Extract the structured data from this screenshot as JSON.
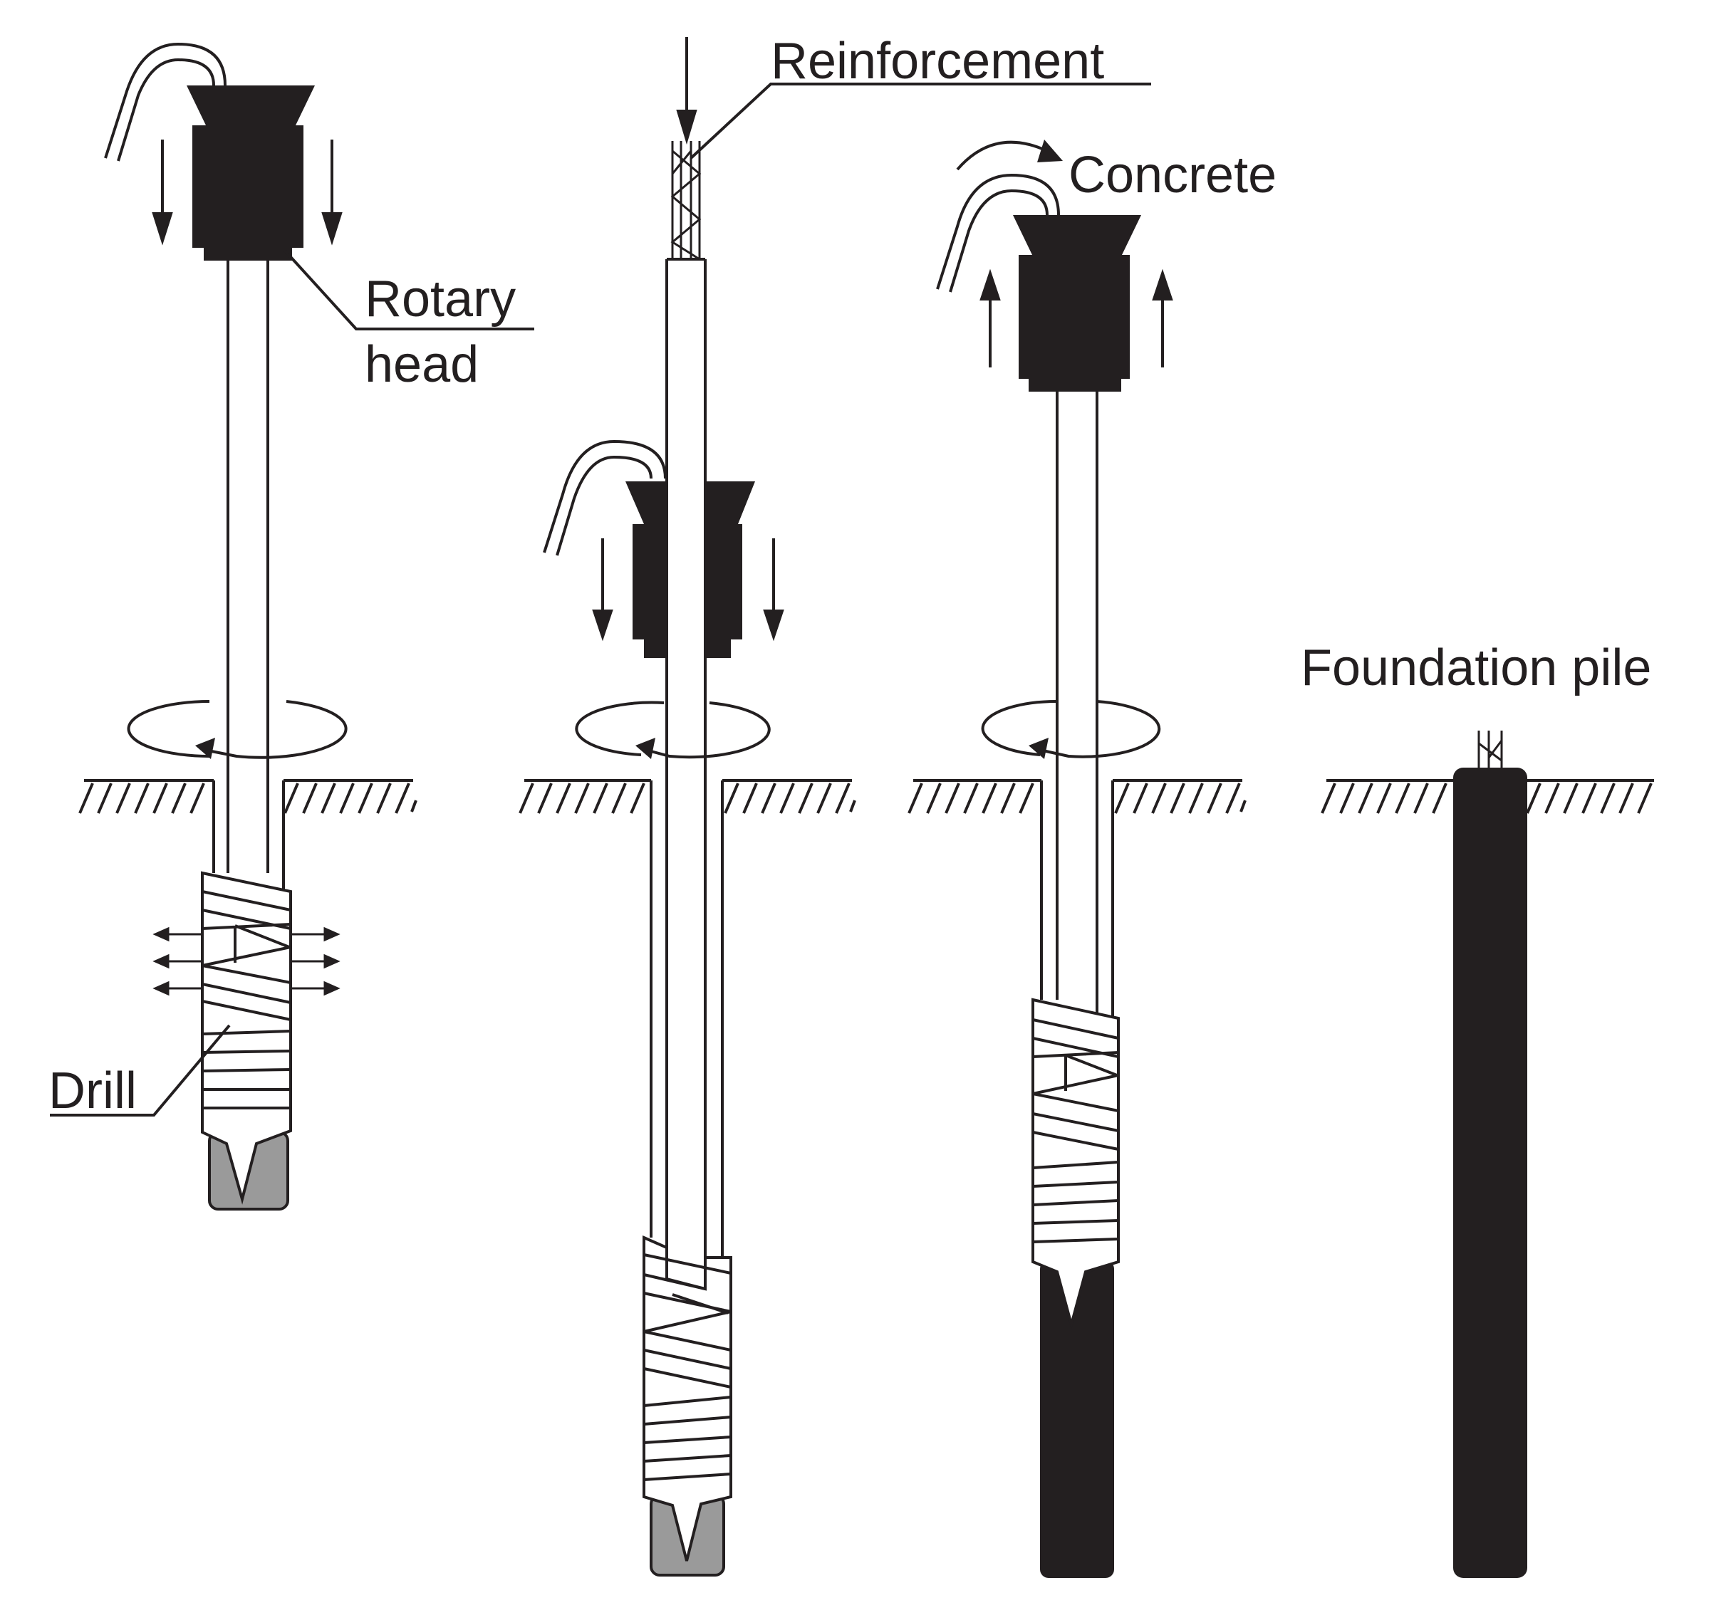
{
  "labels": {
    "rotary_head_line1": "Rotary",
    "rotary_head_line2": "head",
    "drill": "Drill",
    "reinforcement": "Reinforcement",
    "concrete": "Concrete",
    "foundation_pile": "Foundation pile"
  },
  "colors": {
    "ink": "#231f20",
    "grey_tip": "#9a9a9a",
    "background": "#ffffff"
  },
  "icons": {
    "rotation": "rotation-arrow-icon",
    "down": "arrow-down-icon",
    "up": "arrow-up-icon",
    "ground": "ground-hatch-icon"
  }
}
